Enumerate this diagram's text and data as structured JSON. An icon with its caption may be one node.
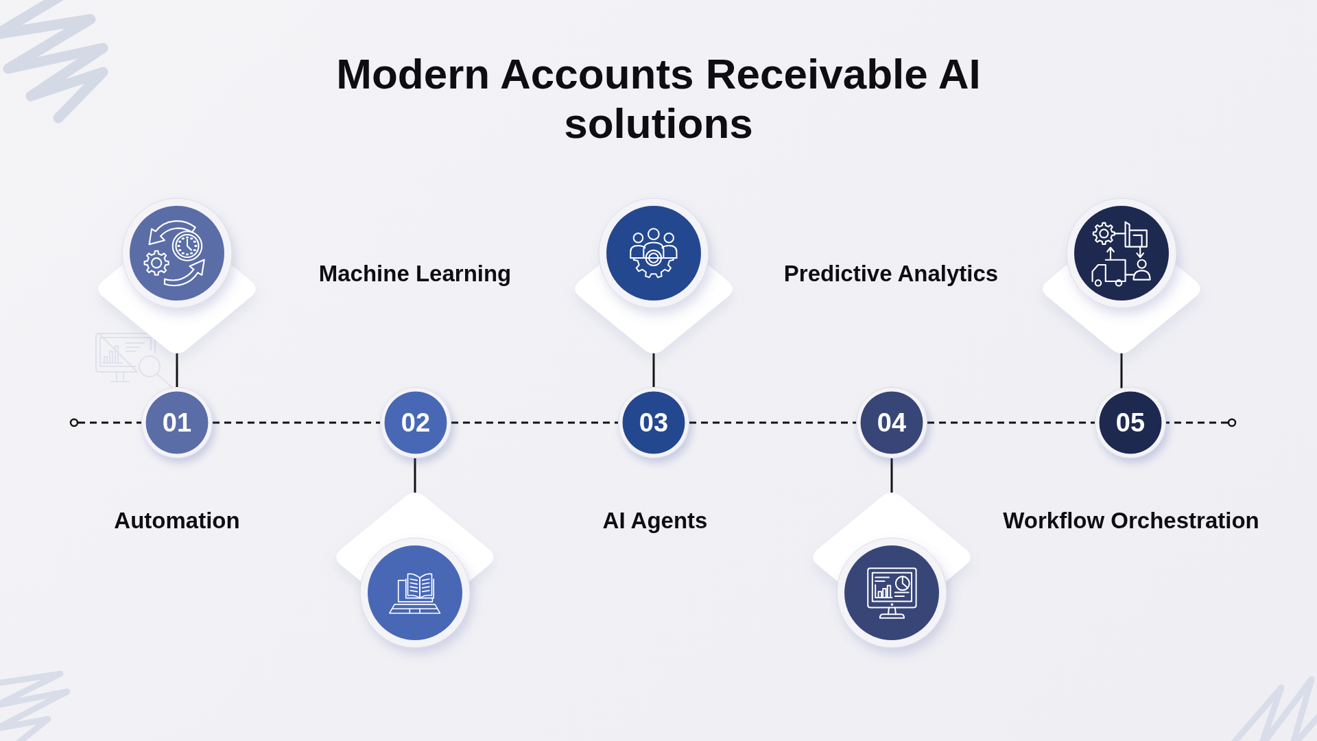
{
  "diagram": {
    "title": "Modern Accounts Receivable AI solutions",
    "nodes": [
      {
        "text": [
          "01"
        ],
        "beside": [
          "Automation"
        ]
      },
      {
        "text": [],
        "shape": "circle"
      },
      {
        "text": [
          "02"
        ]
      },
      {
        "text": [],
        "shape": "circle"
      },
      {
        "text": [
          "03"
        ],
        "beside": [
          "AI Agents"
        ]
      },
      {
        "text": [],
        "shape": "circle"
      },
      {
        "text": [
          "04"
        ]
      },
      {
        "text": [],
        "shape": "circle"
      },
      {
        "text": [
          "05"
        ],
        "beside": [
          "Workflow Orchestration"
        ]
      },
      {
        "text": [],
        "shape": "circle"
      }
    ],
    "edges": [
      {
        "from": null,
        "to": 0,
        "arrow": "other",
        "style": "dashed"
      },
      {
        "from": 0,
        "to": 2,
        "arrow": "none",
        "style": "dashed"
      },
      {
        "from": 2,
        "to": 4,
        "arrow": "none",
        "style": "dashed"
      },
      {
        "from": 4,
        "to": 6,
        "arrow": "none",
        "style": "dashed"
      },
      {
        "from": 6,
        "to": 8,
        "arrow": "none",
        "style": "dashed"
      },
      {
        "from": null,
        "to": 8,
        "arrow": "other",
        "style": "dashed"
      },
      {
        "from": 1,
        "to": 0,
        "arrow": "none"
      },
      {
        "from": 2,
        "to": 3,
        "arrow": "none"
      },
      {
        "from": 5,
        "to": 4,
        "arrow": "none"
      },
      {
        "from": 6,
        "to": 7,
        "arrow": "none"
      },
      {
        "from": 9,
        "to": 8,
        "arrow": "none"
      }
    ],
    "labels": [
      "Machine Learning",
      "Predictive Analytics"
    ]
  }
}
